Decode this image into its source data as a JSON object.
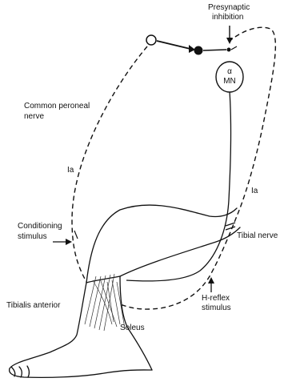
{
  "labels": {
    "presynaptic_line1": "Presynaptic",
    "presynaptic_line2": "inhibition",
    "alpha": "α",
    "mn": "MN",
    "common_peroneal_line1": "Common peroneal",
    "common_peroneal_line2": "nerve",
    "ia_left": "Ia",
    "ia_right": "Ia",
    "conditioning_line1": "Conditioning",
    "conditioning_line2": "stimulus",
    "tibial_nerve": "Tibial nerve",
    "tibialis_anterior": "Tibialis anterior",
    "soleus": "Soleus",
    "hreflex_line1": "H-reflex",
    "hreflex_line2": "stimulus"
  },
  "icons": {
    "presynaptic_arrow": "arrow-down-icon",
    "conditioning_arrow": "arrow-right-icon",
    "hreflex_arrow": "arrow-up-icon"
  }
}
